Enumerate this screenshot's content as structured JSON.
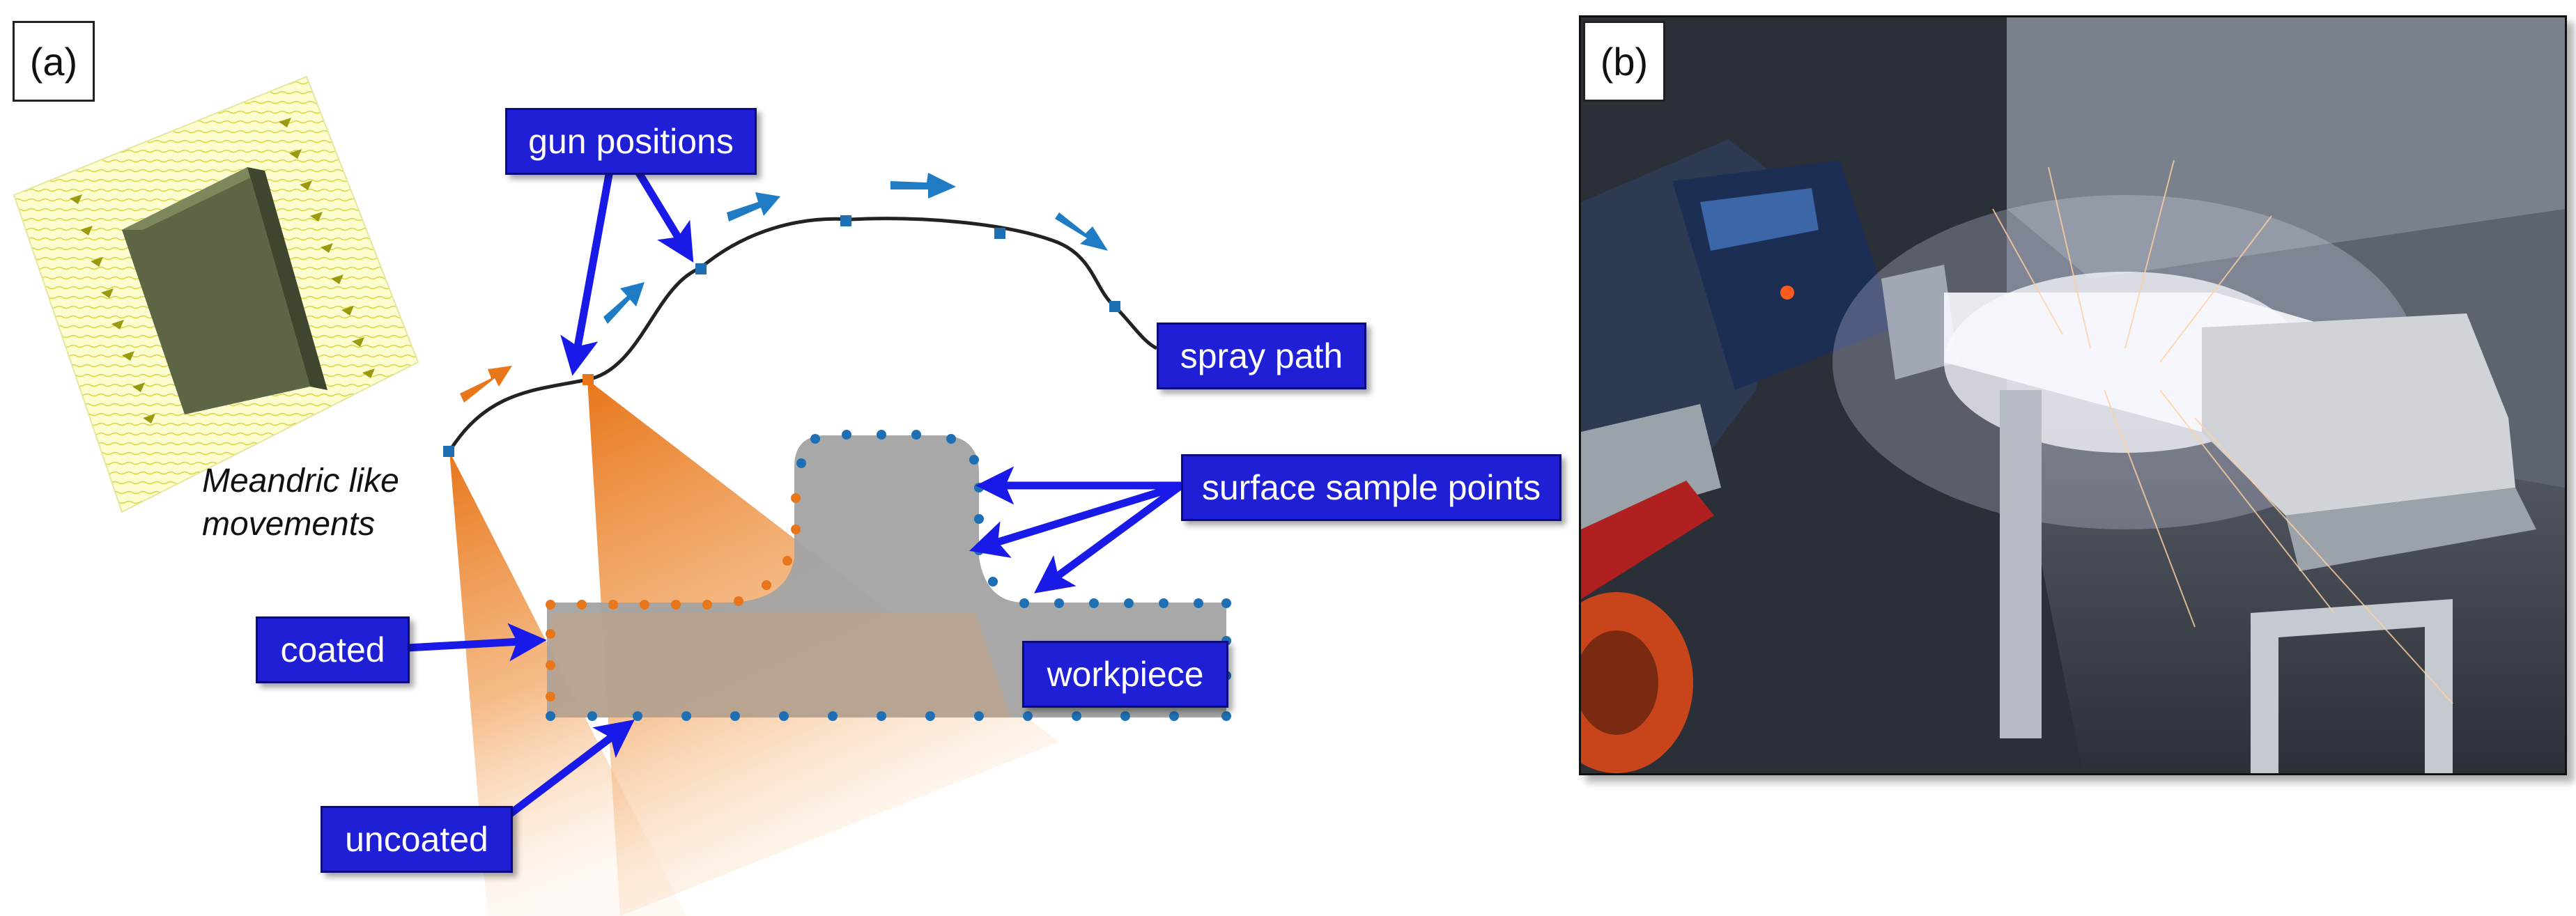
{
  "panel_a": {
    "tag": "(a)",
    "note_lines": [
      "Meandric like",
      "movements"
    ],
    "labels": {
      "gun_positions": "gun positions",
      "spray_path": "spray path",
      "surface_sample_points": "surface sample points",
      "coated": "coated",
      "workpiece": "workpiece",
      "uncoated": "uncoated"
    }
  },
  "panel_b": {
    "tag": "(b)"
  },
  "colors": {
    "label_fill": "#1f1fd6",
    "arrow_blue": "#1a1ae8",
    "spray_orange": "#e8761a",
    "sample_blue": "#1f6fb4",
    "workpiece_gray": "#a3a3a3"
  }
}
